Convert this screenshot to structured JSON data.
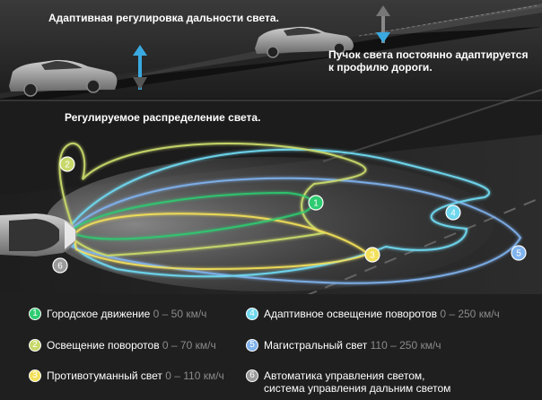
{
  "top": {
    "title": "Адаптивная регулировка дальности света.",
    "note": "Пучок света постоянно адаптируется к профилю дороги."
  },
  "middle": {
    "title": "Регулируемое распределение света."
  },
  "colors": {
    "city": "#2ecc71",
    "turn": "#c8d86a",
    "fog": "#f2e05a",
    "adaptive": "#6fd7ee",
    "highway": "#7fb3ee",
    "auto": "#9a9a9a",
    "arrow": "#3aa9e0"
  },
  "legend": [
    {
      "num": "1",
      "label": "Городское движение",
      "range": "0 – 50 км/ч",
      "color": "#2ecc71"
    },
    {
      "num": "2",
      "label": "Освещение поворотов",
      "range": "0 – 70 км/ч",
      "color": "#c8d86a"
    },
    {
      "num": "3",
      "label": "Противотуманный свет",
      "range": "0 – 110 км/ч",
      "color": "#f2e05a"
    },
    {
      "num": "4",
      "label": "Адаптивное освещение поворотов",
      "range": "0 – 250 км/ч",
      "color": "#6fd7ee"
    },
    {
      "num": "5",
      "label": "Магистральный свет",
      "range": "110 – 250 км/ч",
      "color": "#7fb3ee"
    },
    {
      "num": "6",
      "label": "Автоматика управления светом, система управления дальним светом",
      "range": "",
      "color": "#9a9a9a"
    }
  ],
  "markers": [
    {
      "num": "1",
      "color": "#2ecc71"
    },
    {
      "num": "2",
      "color": "#c8d86a"
    },
    {
      "num": "3",
      "color": "#f2e05a"
    },
    {
      "num": "4",
      "color": "#6fd7ee"
    },
    {
      "num": "5",
      "color": "#7fb3ee"
    },
    {
      "num": "6",
      "color": "#9a9a9a"
    }
  ]
}
